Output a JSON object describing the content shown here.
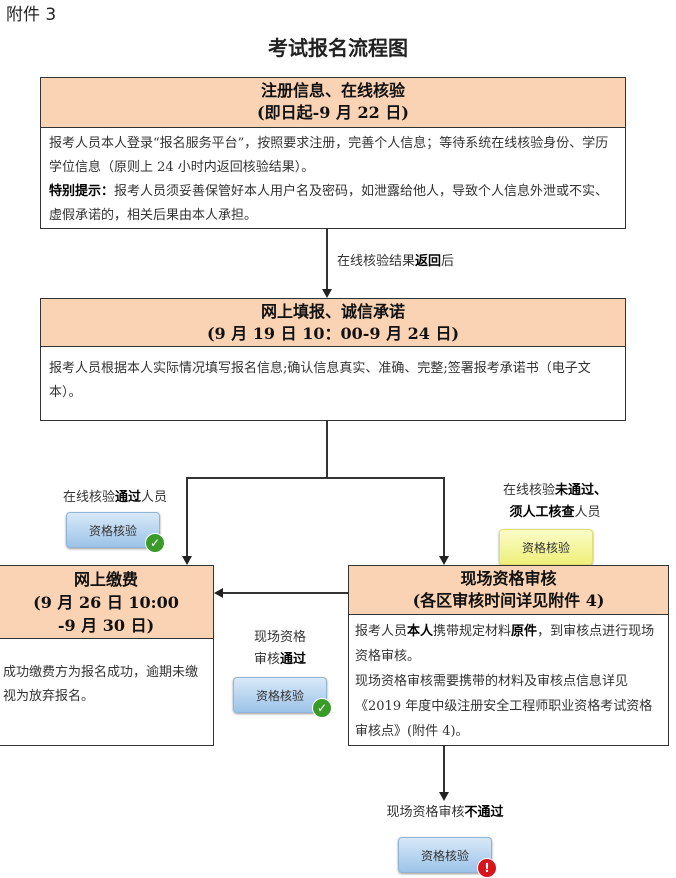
{
  "attachment": "附件 3",
  "title": "考试报名流程图",
  "step1": {
    "h1": "注册信息、在线核验",
    "h2": "(即日起-9 月 22 日)",
    "p1": "报考人员本人登录“报名服务平台”，按照要求注册，完善个人信息；等待系统在线核验身份、学历学位信息（原则上 24 小时内返回核验结果）。",
    "tip_label": "特别提示：",
    "tip": "报考人员须妥善保管好本人用户名及密码，如泄露给他人，导致个人信息外泄或不实、虚假承诺的，相关后果由本人承担。"
  },
  "arrow1": {
    "a": "在线核验结果",
    "b": "返回",
    "c": "后"
  },
  "step2": {
    "h1": "网上填报、诚信承诺",
    "h2": "(9 月 19 日 10：00-9 月 24 日)",
    "p": "报考人员根据本人实际情况填写报名信息;确认信息真实、准确、完整;签署报考承诺书（电子文本）。"
  },
  "left_label": {
    "a": "在线核验",
    "b": "通过",
    "c": "人员"
  },
  "right_label": {
    "a": "在线核验",
    "b": "未通过、",
    "c": "须人工核查",
    "d": "人员"
  },
  "badge": "资格核验",
  "pay": {
    "h1": "网上缴费",
    "h2": "(9 月 26 日 10:00",
    "h3": "-9 月 30 日)",
    "p": "成功缴费方为报名成功，逾期未缴视为放弃报名。"
  },
  "onsite": {
    "h1": "现场资格审核",
    "h2": "(各区审核时间详见附件 4)",
    "p1a": "报考人员",
    "p1b": "本人",
    "p1c": "携带规定材料",
    "p1d": "原件",
    "p1e": "，到审核点进行现场资格审核。",
    "p2": "现场资格审核需要携带的材料及审核点信息详见《2019 年度中级注册安全工程师职业资格考试资格审核点》(附件 4)。"
  },
  "mid_label": {
    "a": "现场资格",
    "b": "审核",
    "c": "通过"
  },
  "bottom_label": {
    "a": "现场资格审核",
    "b": "不通过"
  },
  "colors": {
    "header": "#FAD3B4",
    "ok": "#3a9a2a",
    "error": "#d8141c"
  }
}
